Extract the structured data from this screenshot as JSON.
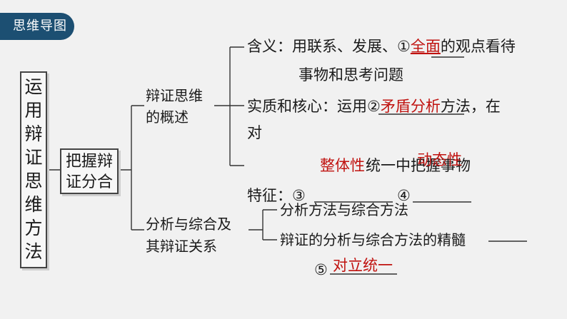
{
  "badge": "思维导图",
  "root": "运用辩证思维方法",
  "level2": "把握辩证分合",
  "branch_a": {
    "title_line1": "辩证思维",
    "title_line2": "的概述",
    "meaning_line1": "含义：用联系、发展、①",
    "answer_1": "全面",
    "meaning_line1_end": "的观点看待",
    "meaning_line2": "事物和思考问题",
    "essence_prefix": "实质和核心：运用②",
    "answer_2": "矛盾分析",
    "essence_suffix": "方法，在",
    "essence_line2": "对",
    "essence_line3": "统一中把握事物",
    "answer_3": "整体性",
    "answer_4": "动态性",
    "features": "特征：③",
    "features_4": "④"
  },
  "branch_b": {
    "title_line1": "分析与综合及",
    "title_line2": "其辩证关系",
    "item1": "分析方法与综合方法",
    "item2": "辩证的分析与综合方法的精髓",
    "answer_5_prefix": "⑤",
    "answer_5": "对立统一"
  },
  "colors": {
    "badge_bg": "#1c4f72",
    "answer_red": "#c0120f"
  }
}
